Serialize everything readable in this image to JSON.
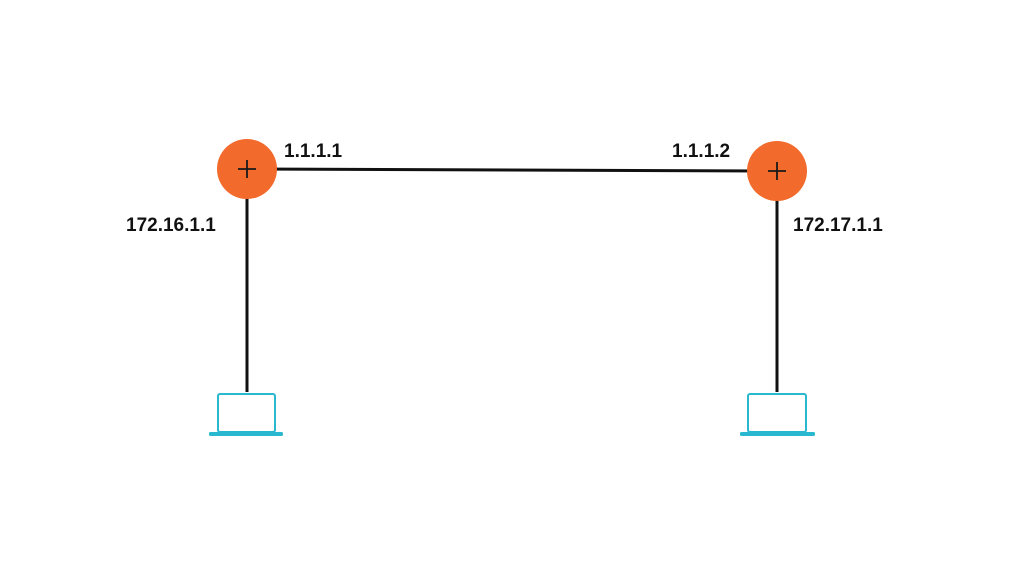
{
  "colors": {
    "router": "#f26a2c",
    "router_symbol": "#1a1a1a",
    "link": "#111111",
    "laptop": "#29b8cf",
    "label": "#111111",
    "background": "#ffffff"
  },
  "routers": [
    {
      "icon": "router-icon",
      "wan_ip": "1.1.1.1",
      "lan_ip": "172.16.1.1"
    },
    {
      "icon": "router-icon",
      "wan_ip": "1.1.1.2",
      "lan_ip": "172.17.1.1"
    }
  ],
  "hosts": [
    {
      "icon": "laptop-icon"
    },
    {
      "icon": "laptop-icon"
    }
  ]
}
